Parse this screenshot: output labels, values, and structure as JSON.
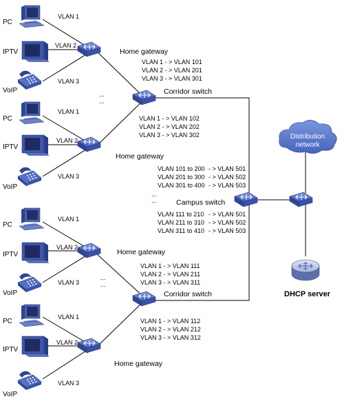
{
  "devices": {
    "pc": "PC",
    "iptv": "IPTV",
    "voip": "VoIP"
  },
  "links": {
    "vlan1": "VLAN 1",
    "vlan2": "VLAN 2",
    "vlan3": "VLAN 3"
  },
  "nodes": {
    "home_gateway": "Home gateway",
    "corridor_switch": "Corridor switch",
    "campus_switch": "Campus switch",
    "dhcp_server": "DHCP server",
    "distribution_network_line1": "Distribution",
    "distribution_network_line2": "network",
    "ellipsis": "..."
  },
  "mappings": {
    "gateway1": [
      "VLAN 1 - > VLAN 101",
      "VLAN 2 - > VLAN 201",
      "VLAN 3 - > VLAN 301"
    ],
    "gateway2": [
      "VLAN 1 - > VLAN 102",
      "VLAN 2 - > VLAN 202",
      "VLAN 3 - > VLAN 302"
    ],
    "gateway3": [
      "VLAN 1 - > VLAN 111",
      "VLAN 2 - > VLAN 211",
      "VLAN 3 - > VLAN 311"
    ],
    "gateway4": [
      "VLAN 1 - > VLAN 112",
      "VLAN 2 - > VLAN 212",
      "VLAN 3 - > VLAN 312"
    ],
    "campus_upper": [
      {
        "range": "VLAN 101 to 200",
        "target": "- > VLAN 501"
      },
      {
        "range": "VLAN 201 to 300",
        "target": "- > VLAN 502"
      },
      {
        "range": "VLAN 301 to 400",
        "target": "- > VLAN 503"
      }
    ],
    "campus_lower": [
      {
        "range": "VLAN 111 to 210",
        "target": "- > VLAN 501"
      },
      {
        "range": "VLAN 211 to 310",
        "target": "- > VLAN 502"
      },
      {
        "range": "VLAN 311 to 410",
        "target": "- > VLAN 503"
      }
    ]
  },
  "colors": {
    "switch": "#3b57b0",
    "line": "#000000",
    "cloud": "#5876c9"
  }
}
